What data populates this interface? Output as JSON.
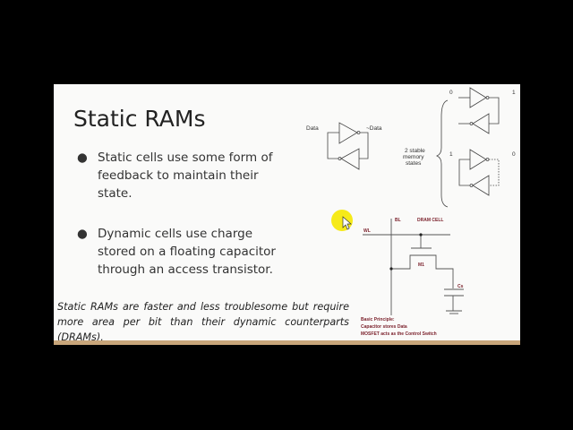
{
  "slide": {
    "title": "Static RAMs",
    "bullets": [
      "Static cells use some form of feedback to maintain their state.",
      "Dynamic cells use charge stored on a floating capacitor through an access transistor."
    ],
    "bullet_glyph": "●",
    "note": "Static RAMs are faster and less troublesome but require more area per bit than their dynamic counterparts (DRAMs).",
    "accent_color": "#c8a57a"
  },
  "sram_diagram": {
    "data_label": "Data",
    "not_data_label": "~Data",
    "states_label": [
      "2 stable",
      "memory",
      "states"
    ],
    "state1": {
      "in": "0",
      "out": "1"
    },
    "state2": {
      "in": "1",
      "out": "0"
    }
  },
  "dram_diagram": {
    "bl": "BL",
    "wl": "WL",
    "title": "DRAM CELL",
    "transistor": "M1",
    "capacitor": "Cs",
    "principle": [
      "Basic Principle:",
      "Capacitor stores Data",
      "MOSFET acts as the Control Switch"
    ]
  },
  "cursor": {
    "highlight_color": "#f5e800"
  }
}
